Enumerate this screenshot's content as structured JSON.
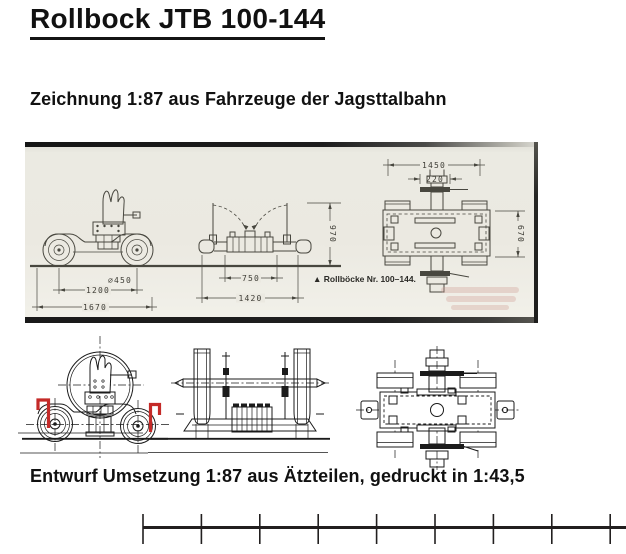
{
  "page": {
    "title": "Rollbock JTB 100-144",
    "subtitle": "Zeichnung 1:87 aus Fahrzeuge der Jagsttalbahn",
    "footer_caption": "Entwurf Umsetzung 1:87 aus Ätzteilen, gedruckt in 1:43,5"
  },
  "scan": {
    "caption": "▲ Rollböcke Nr. 100–144.",
    "dims": {
      "d450": "⌀450",
      "d1200": "1200",
      "d1670": "1670",
      "d750": "750",
      "d1420": "1420",
      "d970": "970",
      "d1450": "1450",
      "d220": "220",
      "d670": "670"
    },
    "paper_color": "#ebe9e1",
    "line_color": "#48473f"
  },
  "cad": {
    "line_color": "#1b1b1b",
    "highlight_color": "#c42a28"
  },
  "ruler": {
    "tick_count": 9
  }
}
